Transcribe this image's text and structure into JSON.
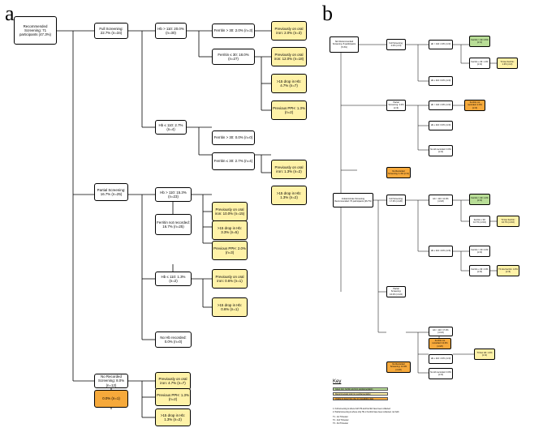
{
  "panels": {
    "a_label": "a",
    "b_label": "b"
  },
  "colors": {
    "yellow": "#fff2a8",
    "orange": "#f6a93b",
    "green": "#b8dd96"
  },
  "panel_a": {
    "n1": "Recommended Screening: 71 participants (47.3%)",
    "n2": "Full Screening: 22.7% (n=34)",
    "n3": "Hb > 110: 20.0% (n=30)",
    "n4": "Ferritin > 30: 2.0% (n=3)",
    "n5": "Previously on oral iron: 2.0% (n=3)",
    "n6": "Ferritin ≤ 30: 18.0% (n=27)",
    "n7": "Previously on oral iron: 12.0% (n=18)",
    "n8": ">15 drop in Hb: 4.7% (n=7)",
    "n9": "Previous PPH: 1.3% (n=2)",
    "n10": "Hb ≤ 110: 2.7% (n=4)",
    "n11": "Ferritin > 30: 0.0% (n=0)",
    "n12": "Ferritin ≤ 30: 2.7% (n=4)",
    "n13": "Previously on oral iron: 1.3% (n=2)",
    "n14": ">15 drop in Hb: 1.3% (n=2)",
    "n15": "Partial Screening: 16.7% (n=25)",
    "n16": "Hb > 110: 15.3% (n=23)",
    "n17": "Previously on oral iron: 10.0% (n=15)",
    "n18": "Ferritin not recorded: 16.7% (n=25)",
    "n19": ">15 drop in Hb: 3.3% (n=5)",
    "n20": "Previous PPH: 2.0% (n=3)",
    "n21": "Hb ≤ 110: 1.3% (n=2)",
    "n22": "Previously on oral iron: 0.6% (n=1)",
    "n23": ">15 drop in Hb: 0.6% (n=1)",
    "n24": "No Hb recorded: 0.0% (n=0)",
    "n25": "No Recorded Screening: 8.0% (n=12)",
    "n26": "0.0% (n=1)",
    "n27": "Previously on oral iron: 4.7% (n=7)",
    "n28": "Previous PPH: 1.3% (n=2)",
    "n29": ">15 drop in Hb: 1.3% (n=2)"
  },
  "panel_b": {
    "b1": "Not Recommended Screening: 8 participants (5.3%)",
    "b2": "Full Screening: 2.0% (n=3)",
    "b3": "Hb > 110: 2.0% (n=3)",
    "b4": "Ferritin > 30: 0.6% (n=1)",
    "b5": "Ferritin ≤ 30: 1.3% (n=2)",
    "b6": "T3 low Ferritin: 1.3% (n=2)",
    "b7": "Hb ≤ 110: 0.0% (n=0)",
    "b8": "Partial Screening: 2.0% (n=3)",
    "b9": "Hb > 110: 2.0% (n=3)",
    "b10": "Ferritin not recorded: 2.0% (n=3)",
    "b11": "Hb ≤ 110: 0.0% (n=0)",
    "b12": "No Hb recorded: 0.0% (n=0)",
    "b13": "No Recorded Screening: 1.3% (n=2)",
    "b14": "Indeterminate Screening Recommended: 70 participants (46.7%)",
    "b15": "Full Screening: 17.3% (n=26)",
    "b16": "Hb > 110: 12.0% (n=18)",
    "b17": "Ferritin > 30: 1.3% (n=2)",
    "b18": "Ferritin ≤ 30: 10.7% (n=16)",
    "b19": "T3 low Ferritin: 10.7% (n=16)",
    "b20": "Hb ≤ 110: 4.0% (n=6)",
    "b21": "Ferritin > 30: 0.0% (n=0)",
    "b22": "Ferritin ≤ 30: 4.0% (n=6)",
    "b23": "T3 low Ferritin: 4.0% (n=6)",
    "b24": "Partial Screening: 16.0% (n=24)",
    "b25": "Hb > 110: 17.3% (n=24)",
    "b26": "Ferritin not recorded: 13.3% (n=20)",
    "b27": "Hb ≤ 110: 2.0% (n=3)",
    "b28": "T3 low Hb: 1.3% (n=2)",
    "b29": "No Hb recorded: 0.0% (n=0)",
    "b30": "No Recorded Screening: 13.3% (n=20)"
  },
  "key": {
    "title": "Key",
    "items": [
      {
        "label": "Given iron, ferritin and iron supplementation",
        "color": "#b8dd96"
      },
      {
        "label": "Recommended oral iron supplementation",
        "color": "#fff2a8"
      },
      {
        "label": "Unable to determine due to unavailable data",
        "color": "#f6a93b"
      }
    ],
    "notes": [
      "1. Full screening is where both Hb and Ferritin have been collected",
      "2. Partial screening is where only Hb or Ferritin have been collected, not both",
      "T1 - 1st Trimester",
      "T2 - 2nd Trimester",
      "T3 - 3rd Trimester"
    ]
  }
}
